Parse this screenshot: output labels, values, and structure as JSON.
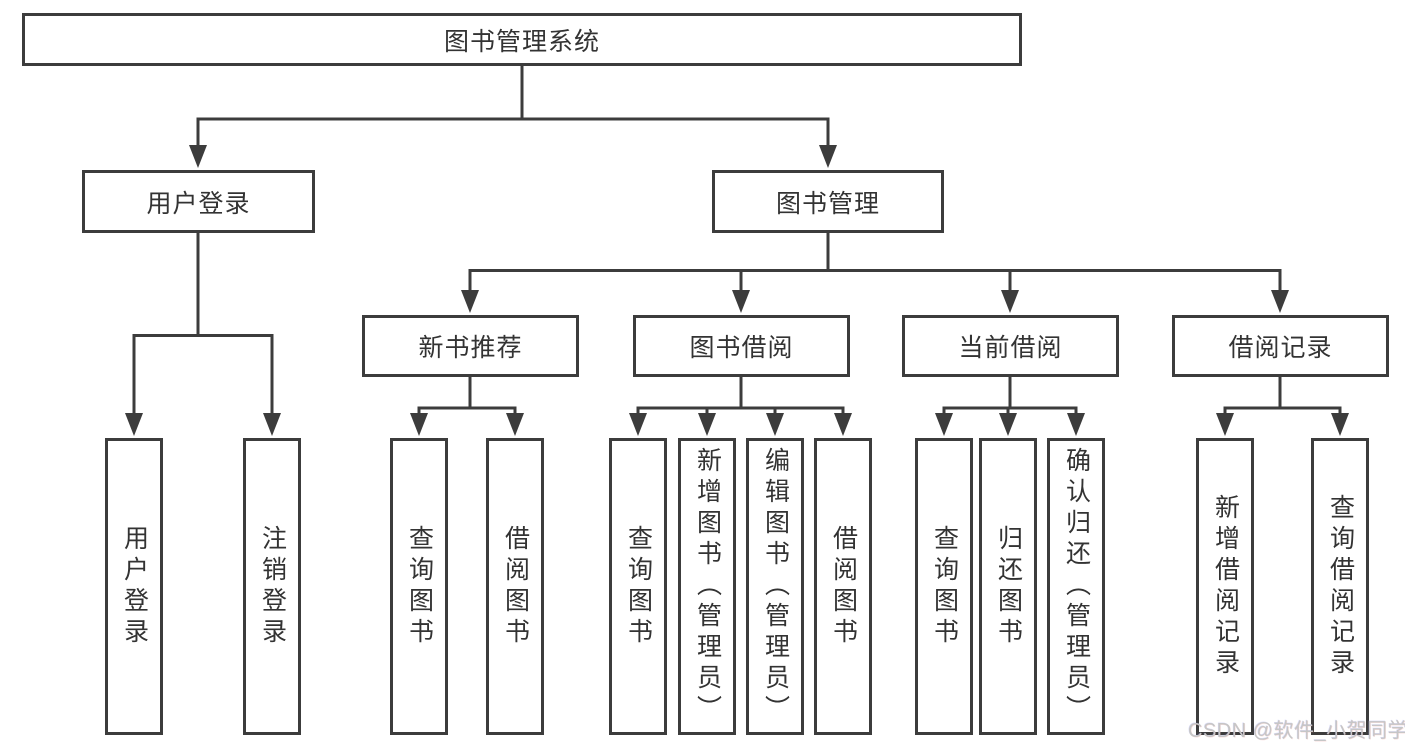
{
  "diagram": {
    "title_node": {
      "label": "图书管理系统"
    },
    "level2": [
      {
        "label": "用户登录"
      },
      {
        "label": "图书管理"
      }
    ],
    "level3": [
      {
        "label": "新书推荐"
      },
      {
        "label": "图书借阅"
      },
      {
        "label": "当前借阅"
      },
      {
        "label": "借阅记录"
      }
    ],
    "leaves": [
      {
        "parent": "用户登录",
        "label": "用户登录"
      },
      {
        "parent": "用户登录",
        "label": "注销登录"
      },
      {
        "parent": "新书推荐",
        "label": "查询图书"
      },
      {
        "parent": "新书推荐",
        "label": "借阅图书"
      },
      {
        "parent": "图书借阅",
        "label": "查询图书"
      },
      {
        "parent": "图书借阅",
        "label": "新增图书（管理员）"
      },
      {
        "parent": "图书借阅",
        "label": "编辑图书（管理员）"
      },
      {
        "parent": "图书借阅",
        "label": "借阅图书"
      },
      {
        "parent": "当前借阅",
        "label": "查询图书"
      },
      {
        "parent": "当前借阅",
        "label": "归还图书"
      },
      {
        "parent": "当前借阅",
        "label": "确认归还（管理员）"
      },
      {
        "parent": "借阅记录",
        "label": "新增借阅记录"
      },
      {
        "parent": "借阅记录",
        "label": "查询借阅记录"
      }
    ],
    "colors": {
      "line": "#3c3c3c",
      "text": "#333333",
      "background": "#ffffff",
      "watermark": "#c6c6c6"
    },
    "watermark": "CSDN @软件_小贺同学"
  }
}
